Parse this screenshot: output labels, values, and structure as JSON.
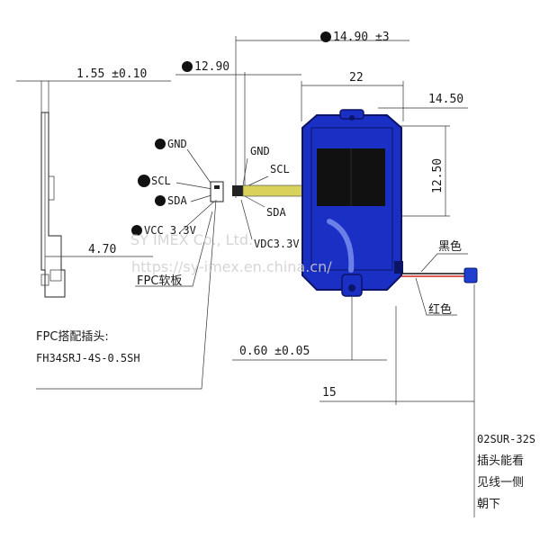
{
  "dimensions": {
    "d_14_90": "14.90 ±3",
    "d_12_90": "12.90",
    "d_1_55": "1.55 ±0.10",
    "d_22": "22",
    "d_14_50": "14.50",
    "d_12_50": "12.50",
    "d_4_70": "4.70",
    "d_0_60": "0.60 ±0.05",
    "d_15": "15"
  },
  "pins_left": {
    "gnd": "GND",
    "scl": "SCL",
    "sda": "SDA",
    "vcc": "VCC 3.3V"
  },
  "pins_right": {
    "gnd": "GND",
    "scl": "SCL",
    "sda": "SDA",
    "vdc": "VDC3.3V"
  },
  "labels": {
    "fpc_board": "FPC软板",
    "fpc_connector_line1": "FPC搭配插头:",
    "fpc_connector_line2": "FH34SRJ-4S-0.5SH",
    "black_wire": "黑色",
    "red_wire": "红色",
    "connector_note_1": "02SUR-32S",
    "connector_note_2": "插头能看",
    "connector_note_3": "见线一侧",
    "connector_note_4": "朝下"
  },
  "watermark": {
    "line1": "SY IMEX Co., Ltd.",
    "line2": "https://sy-imex.en.china.cn/"
  },
  "colors": {
    "module_blue": "#1a2fc4",
    "module_dark": "#0c1466",
    "sensor_black": "#111111",
    "fpc_yellow": "#d8d25a",
    "wire_red": "#d42020",
    "connector_blue": "#1e3fd0"
  }
}
